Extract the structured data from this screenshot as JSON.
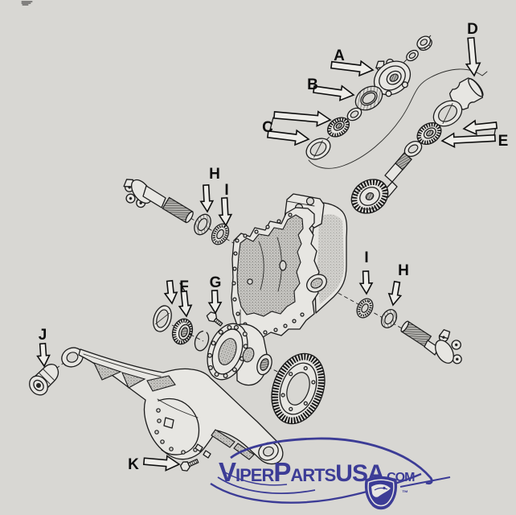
{
  "page": {
    "background_color": "#d8d7d3",
    "line_color": "#1b1b1b",
    "description": "Exploded parts diagram of a rear axle differential assembly"
  },
  "diagram": {
    "callouts": [
      {
        "id": "A",
        "label": "A"
      },
      {
        "id": "B",
        "label": "B"
      },
      {
        "id": "C",
        "label": "C"
      },
      {
        "id": "D",
        "label": "D"
      },
      {
        "id": "E",
        "label": "E"
      },
      {
        "id": "F",
        "label": "F"
      },
      {
        "id": "G",
        "label": "G"
      },
      {
        "id": "H-left",
        "label": "H"
      },
      {
        "id": "I-left",
        "label": "I"
      },
      {
        "id": "I-right",
        "label": "I"
      },
      {
        "id": "H-right",
        "label": "H"
      },
      {
        "id": "J",
        "label": "J"
      },
      {
        "id": "K",
        "label": "K"
      }
    ]
  },
  "logo": {
    "brand_color": "#3c3c96",
    "word1_initial": "V",
    "word1_rest": "IPER",
    "word2_initial": "P",
    "word2_rest": "ARTS",
    "word3": "USA",
    "suffix": ".COM",
    "trademark": "™"
  }
}
